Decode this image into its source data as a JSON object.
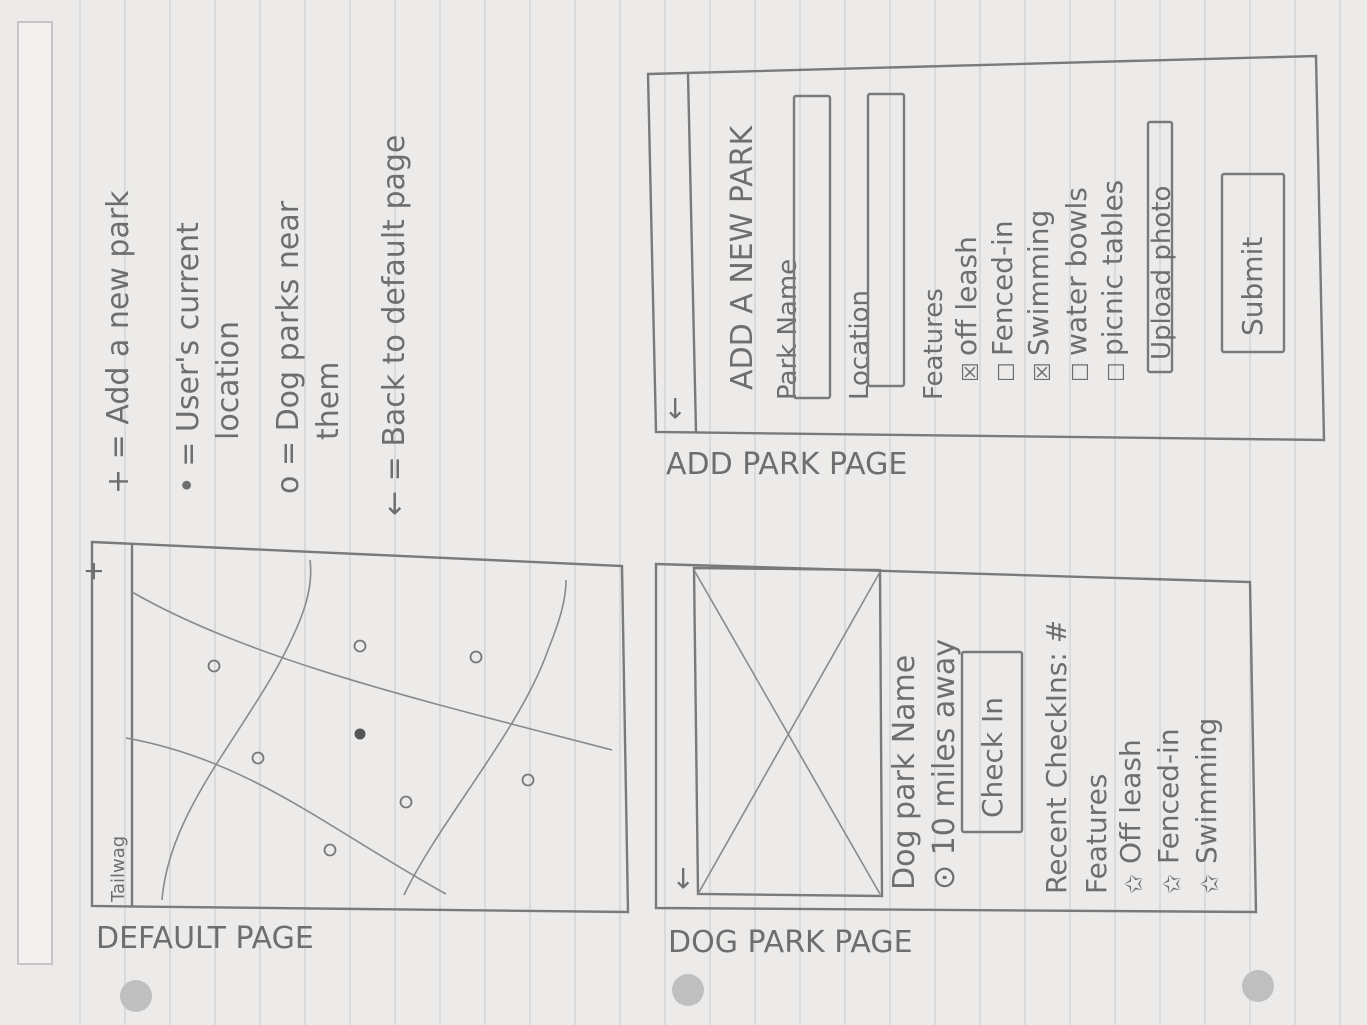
{
  "default_page": {
    "caption": "DEFAULT PAGE",
    "app_name": "Tailwag",
    "add_symbol": "+",
    "park_symbol": "o"
  },
  "legend": {
    "add": "+ = Add a new park",
    "user_loc_1": "• = User's current",
    "user_loc_2": "location",
    "parks_1": "o = Dog parks near",
    "parks_2": "them",
    "back": "← = Back to default page"
  },
  "add_park_page": {
    "caption": "ADD PARK PAGE",
    "back": "←",
    "title": "ADD A NEW PARK",
    "park_name_label": "Park Name",
    "location_label": "Location",
    "features_label": "Features",
    "features": [
      {
        "label": "off leash",
        "mark": "☒"
      },
      {
        "label": "Fenced-in",
        "mark": "☐"
      },
      {
        "label": "Swimming",
        "mark": "☒"
      },
      {
        "label": "water bowls",
        "mark": "☐"
      },
      {
        "label": "picnic tables",
        "mark": "☐"
      }
    ],
    "upload": "Upload photo",
    "submit": "Submit"
  },
  "dog_park_page": {
    "caption": "DOG PARK PAGE",
    "back": "←",
    "name": "Dog park Name",
    "distance": "⊙ 10 miles away",
    "check_in": "Check In",
    "recent": "Recent CheckIns: #",
    "features_label": "Features",
    "features": [
      {
        "star": "✩",
        "label": "Off leash"
      },
      {
        "star": "✩",
        "label": "Fenced-in"
      },
      {
        "star": "✩",
        "label": "Swimming"
      }
    ]
  },
  "colors": {
    "paper": "#ecebea",
    "pencil": "#6e6e6e",
    "ruling": "#c9c9cc"
  }
}
